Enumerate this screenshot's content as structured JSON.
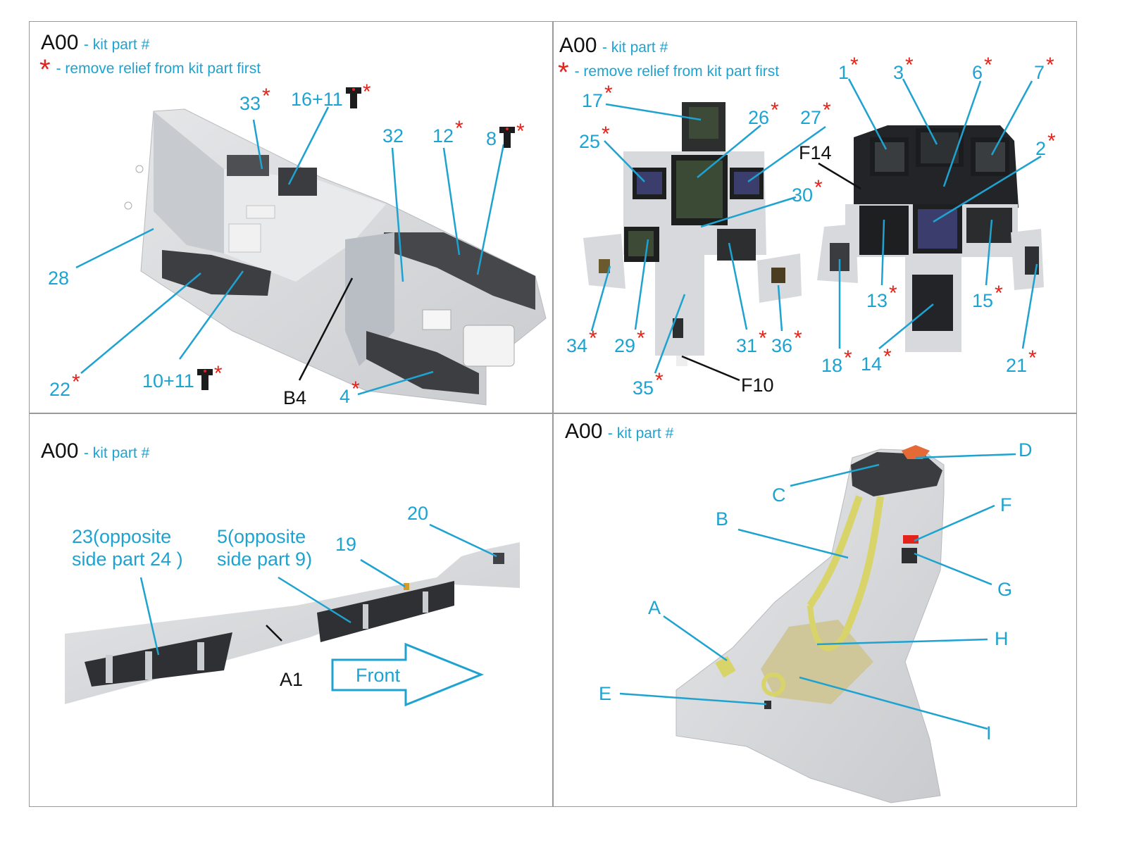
{
  "header": {
    "code": "A00",
    "kit_part": "- kit part #",
    "legend": "- remove relief from kit part first"
  },
  "p1": {
    "l33": "33",
    "l16_11": "16+11",
    "l32": "32",
    "l12": "12",
    "l8": "8",
    "l28": "28",
    "l22": "22",
    "l10_11": "10+11",
    "lB4": "B4",
    "l4": "4"
  },
  "p2": {
    "l1": "1",
    "l3": "3",
    "l6": "6",
    "l7": "7",
    "l17": "17",
    "l26": "26",
    "l27": "27",
    "l25": "25",
    "lF14": "F14",
    "l2": "2",
    "l30": "30",
    "l34": "34",
    "l29": "29",
    "l31": "31",
    "l36": "36",
    "l35": "35",
    "lF10": "F10",
    "l13": "13",
    "l15": "15",
    "l18": "18",
    "l14": "14",
    "l21": "21"
  },
  "p3": {
    "l20": "20",
    "l23_line1": "23(opposite",
    "l23_line2": "side part 24 )",
    "l5_line1": "5(opposite",
    "l5_line2": "side part 9)",
    "l19": "19",
    "lA1": "A1",
    "front": "Front"
  },
  "p4": {
    "D": "D",
    "C": "C",
    "F": "F",
    "B": "B",
    "G": "G",
    "A": "A",
    "H": "H",
    "E": "E",
    "I": "I"
  },
  "colors": {
    "label_blue": "#1ea3d1",
    "asterisk_red": "#e3241b",
    "resin_grey": "#d4d6d9",
    "panel_dark": "#2b2d30",
    "mfd_green": "#3d4a36",
    "mfd_blue": "#3b3f6e",
    "harness_yellow": "#d8d46a"
  },
  "icons": [
    "asterisk-icon",
    "photo-etch-tool-icon",
    "front-arrow-icon"
  ]
}
